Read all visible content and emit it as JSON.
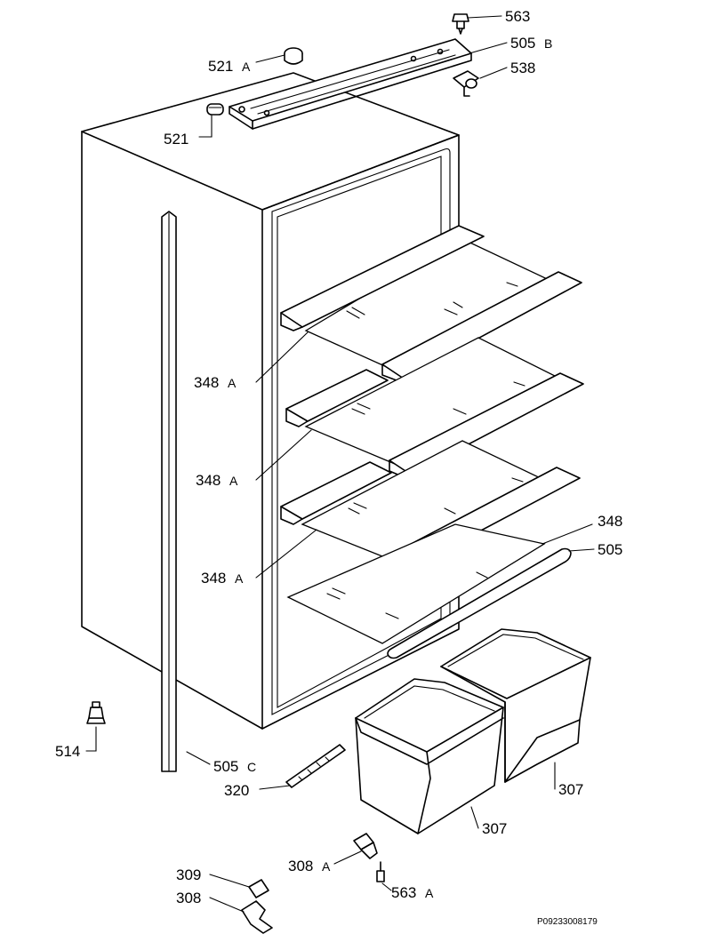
{
  "labels": {
    "p563": "563",
    "p505b": "505",
    "p505b_suffix": "B",
    "p538": "538",
    "p521a": "521",
    "p521a_suffix": "A",
    "p521": "521",
    "p348a_1": "348",
    "p348a_1_suffix": "A",
    "p348a_2": "348",
    "p348a_2_suffix": "A",
    "p348a_3": "348",
    "p348a_3_suffix": "A",
    "p348": "348",
    "p505": "505",
    "p514": "514",
    "p505c": "505",
    "p505c_suffix": "C",
    "p320": "320",
    "p307_right": "307",
    "p307_left": "307",
    "p308a": "308",
    "p308a_suffix": "A",
    "p563a": "563",
    "p563a_suffix": "A",
    "p309": "309",
    "p308": "308"
  },
  "drawing_code": "P09233008179"
}
